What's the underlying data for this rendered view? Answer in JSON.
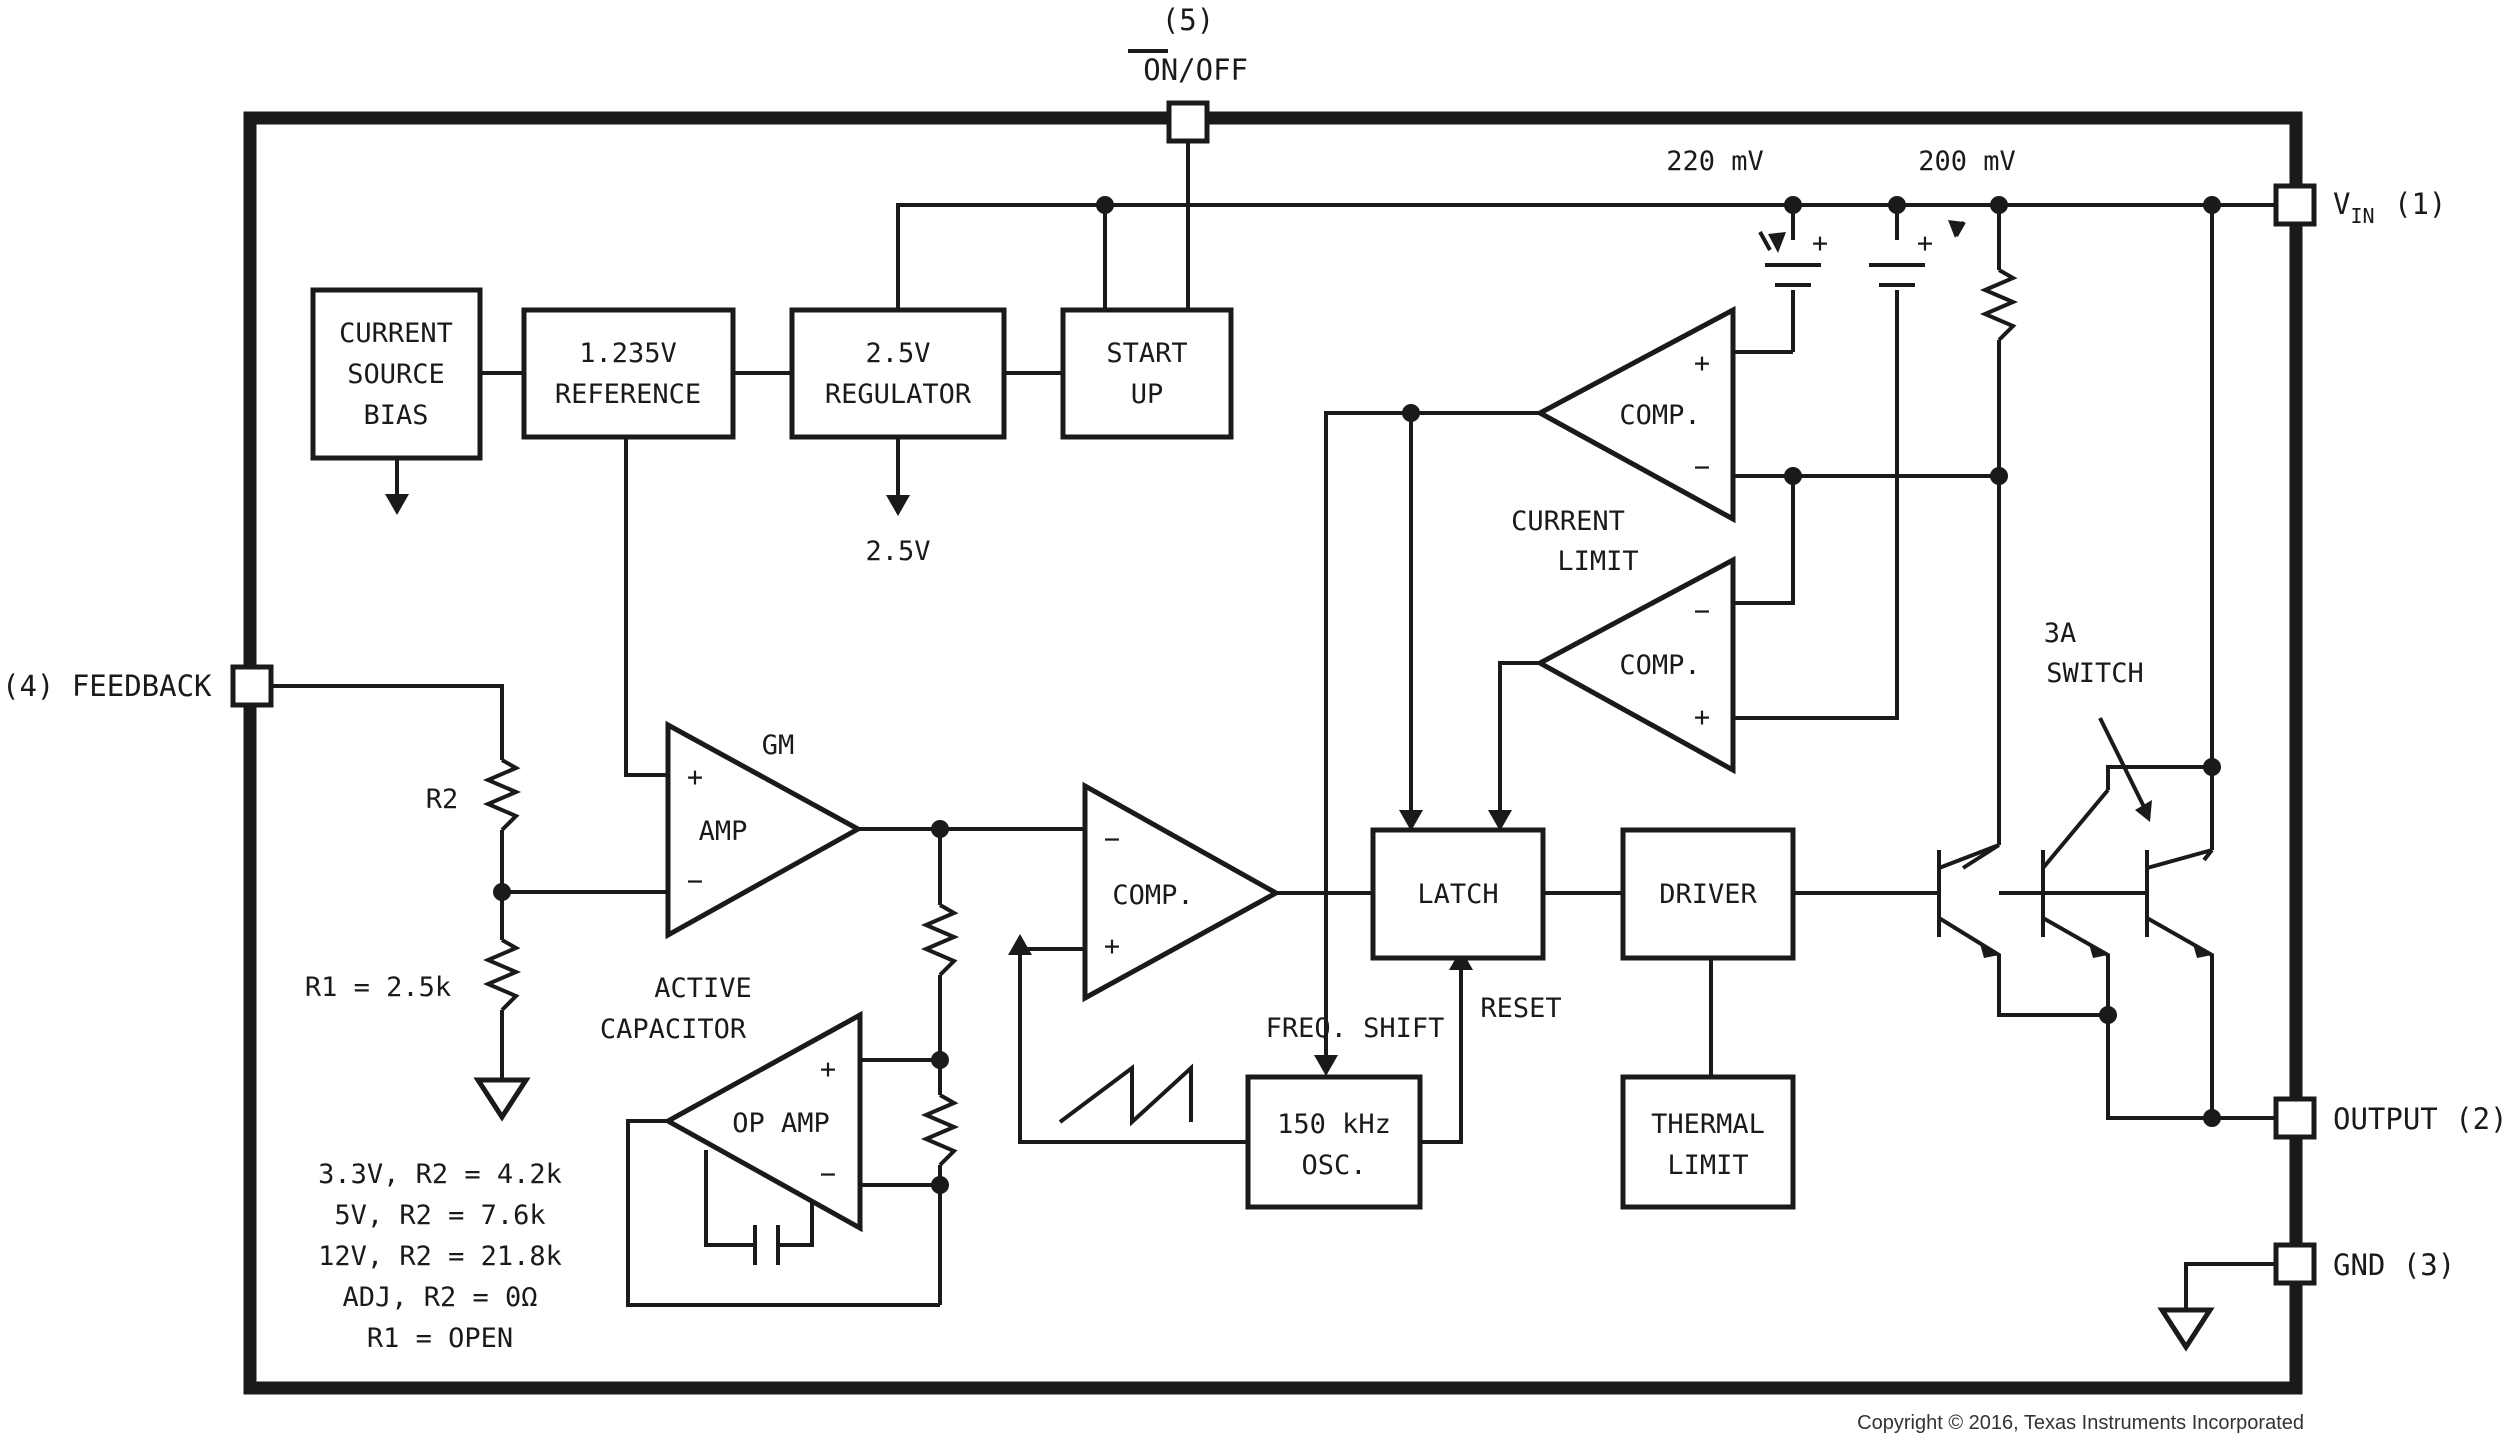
{
  "pins": {
    "on_off_number": "(5)",
    "on_off_label_on": "ON",
    "on_off_label_rest": "/OFF",
    "vin_main": "V",
    "vin_sub": "IN",
    "vin_number": "(1)",
    "feedback": "(4) FEEDBACK",
    "output": "OUTPUT (2)",
    "gnd": "GND (3)"
  },
  "blocks": {
    "current_source_bias": [
      "CURRENT",
      "SOURCE",
      "BIAS"
    ],
    "reference": [
      "1.235V",
      "REFERENCE"
    ],
    "regulator": [
      "2.5V",
      "REGULATOR"
    ],
    "start_up": [
      "START",
      "UP"
    ],
    "latch": "LATCH",
    "driver": "DRIVER",
    "oscillator": [
      "150 kHz",
      "OSC."
    ],
    "thermal_limit": [
      "THERMAL",
      "LIMIT"
    ]
  },
  "amplifiers": {
    "comp_upper": "COMP.",
    "comp_lower": "COMP.",
    "comp_pwm": "COMP.",
    "gm_amp_title": "GM",
    "gm_amp_label": "AMP",
    "op_amp": "OP AMP"
  },
  "labels": {
    "v_220": "220 mV",
    "v_200": "200 mV",
    "current_limit": [
      "CURRENT",
      "LIMIT"
    ],
    "regulator_out": "2.5V",
    "r2": "R2",
    "r1": "R1 = 2.5k",
    "active_capacitor": [
      "ACTIVE",
      "CAPACITOR"
    ],
    "freq_shift": "FREQ. SHIFT",
    "reset": "RESET",
    "switch": [
      "3A",
      "SWITCH"
    ],
    "plus": "+",
    "minus": "−"
  },
  "table": [
    "3.3V, R2 = 4.2k",
    "5V, R2 = 7.6k",
    "12V, R2 = 21.8k",
    "ADJ, R2 = 0Ω",
    "R1 = OPEN"
  ],
  "copyright": "Copyright © 2016, Texas Instruments Incorporated"
}
